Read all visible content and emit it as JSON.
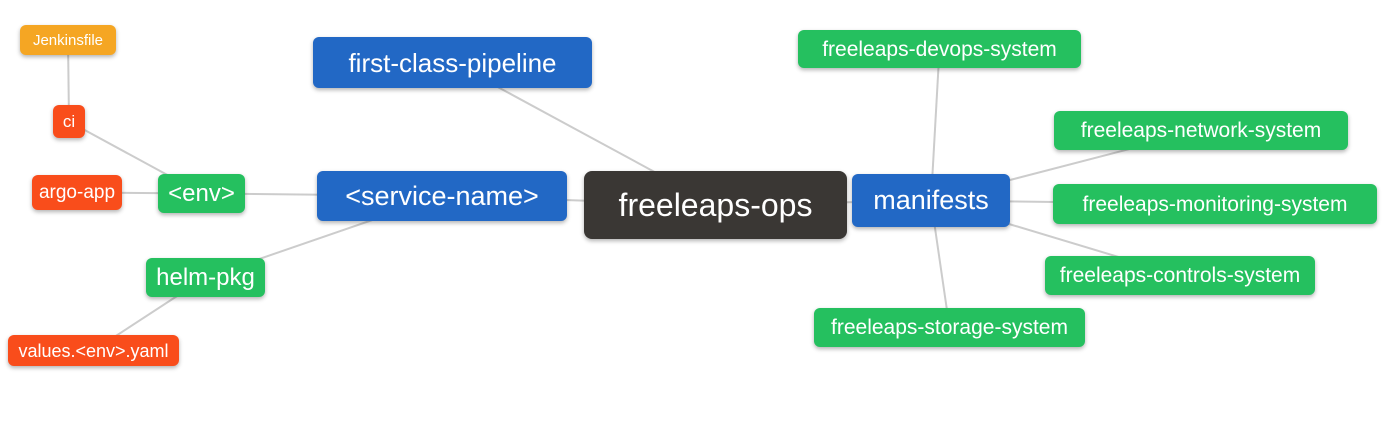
{
  "diagram": {
    "kind": "mindmap",
    "root_label": "freeleaps-ops"
  },
  "colors": {
    "blue": "#2268c5",
    "green": "#25c05f",
    "red": "#f94d1b",
    "orange": "#f5a623",
    "dark": "#3a3734",
    "edge": "#cccccc",
    "background": "#ffffff",
    "text": "#ffffff"
  },
  "nodes": {
    "root": {
      "label": "freeleaps-ops",
      "color": "dark"
    },
    "first_class_pipeline": {
      "label": "first-class-pipeline",
      "color": "blue"
    },
    "service_name": {
      "label": "<service-name>",
      "color": "blue"
    },
    "manifests": {
      "label": "manifests",
      "color": "blue"
    },
    "env": {
      "label": "<env>",
      "color": "green"
    },
    "helm_pkg": {
      "label": "helm-pkg",
      "color": "green"
    },
    "ci": {
      "label": "ci",
      "color": "red"
    },
    "argo_app": {
      "label": "argo-app",
      "color": "red"
    },
    "values_env_yaml": {
      "label": "values.<env>.yaml",
      "color": "red"
    },
    "jenkinsfile": {
      "label": "Jenkinsfile",
      "color": "orange"
    },
    "devops": {
      "label": "freeleaps-devops-system",
      "color": "green"
    },
    "network": {
      "label": "freeleaps-network-system",
      "color": "green"
    },
    "monitoring": {
      "label": "freeleaps-monitoring-system",
      "color": "green"
    },
    "controls": {
      "label": "freeleaps-controls-system",
      "color": "green"
    },
    "storage": {
      "label": "freeleaps-storage-system",
      "color": "green"
    }
  },
  "edges": [
    [
      "jenkinsfile",
      "ci"
    ],
    [
      "ci",
      "env"
    ],
    [
      "argo_app",
      "env"
    ],
    [
      "env",
      "service_name"
    ],
    [
      "helm_pkg",
      "service_name"
    ],
    [
      "values_env_yaml",
      "helm_pkg"
    ],
    [
      "first_class_pipeline",
      "root"
    ],
    [
      "service_name",
      "root"
    ],
    [
      "root",
      "manifests"
    ],
    [
      "manifests",
      "devops"
    ],
    [
      "manifests",
      "network"
    ],
    [
      "manifests",
      "monitoring"
    ],
    [
      "manifests",
      "controls"
    ],
    [
      "manifests",
      "storage"
    ]
  ]
}
